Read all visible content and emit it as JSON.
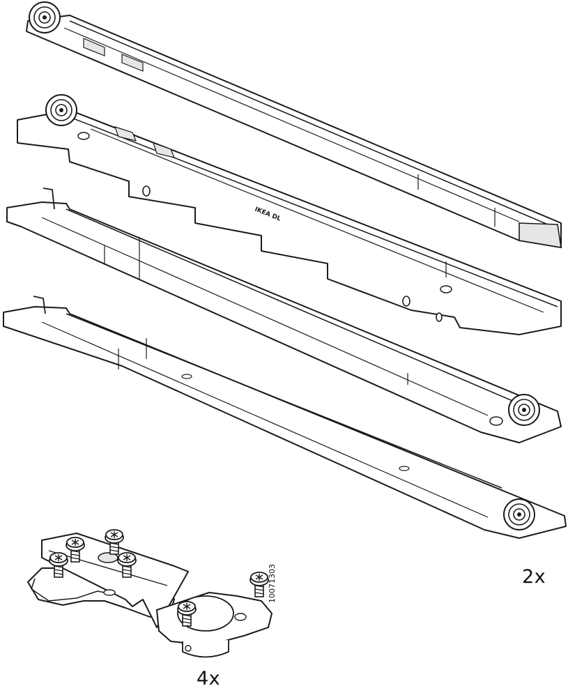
{
  "labels": {
    "rail_quantity": "2x",
    "hinge_quantity": "4x",
    "article_number": "10071303",
    "rail_stamp": "IKEA DL"
  },
  "icons": [
    "drawer-rail-icon",
    "roller-wheel-icon",
    "hinge-bracket-icon",
    "screw-icon"
  ],
  "colors": {
    "stroke": "#1a1a1a",
    "fill": "#ffffff",
    "shade": "#e6e6e6"
  }
}
